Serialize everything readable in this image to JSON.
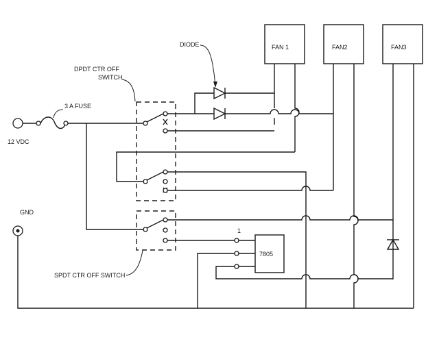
{
  "labels": {
    "diode": "DIODE",
    "dpdt_line1": "DPDT CTR OFF",
    "dpdt_line2": "SWITCH",
    "fuse": "3 A FUSE",
    "vdc": "12 VDC",
    "gnd": "GND",
    "spdt": "SPDT CTR OFF SWITCH",
    "pin1": "1",
    "regulator": "7805",
    "fan1": "FAN 1",
    "fan2": "FAN2",
    "fan3": "FAN3"
  }
}
